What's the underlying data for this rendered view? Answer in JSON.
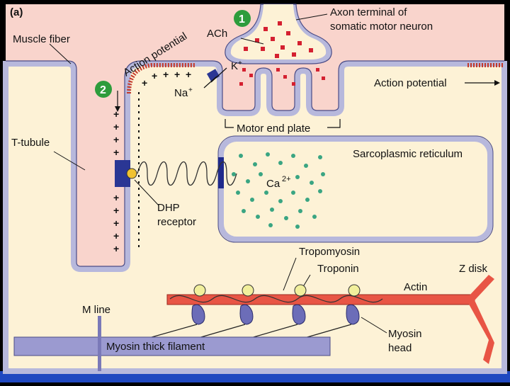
{
  "panel_label": "(a)",
  "steps": {
    "one": "1",
    "two": "2"
  },
  "labels": {
    "muscle_fiber": "Muscle fiber",
    "ach": "ACh",
    "axon_terminal_line1": "Axon terminal of",
    "axon_terminal_line2": "somatic motor neuron",
    "action_potential_left": "Action potential",
    "action_potential_right": "Action potential",
    "k_ion": "K",
    "na_ion": "Na",
    "ion_charge": "+",
    "motor_end_plate": "Motor end plate",
    "t_tubule": "T-tubule",
    "sarcoplasmic_reticulum": "Sarcoplasmic reticulum",
    "calcium": "Ca",
    "calcium_charge": "2+",
    "dhp_line1": "DHP",
    "dhp_line2": "receptor",
    "tropomyosin": "Tropomyosin",
    "troponin": "Troponin",
    "z_disk": "Z disk",
    "actin": "Actin",
    "m_line": "M line",
    "myosin_thick_filament": "Myosin thick filament",
    "myosin_line1": "Myosin",
    "myosin_line2": "head"
  },
  "colors": {
    "background": "#000000",
    "cytoplasm": "#fdf2d6",
    "extracellular": "#f9d4cc",
    "membrane": "#b7b8dc",
    "membrane_outline": "#4b4c86",
    "actin": "#e85545",
    "myosin": "#9b9ad0",
    "ach_dots": "#d42030",
    "ca_dots": "#3aa582",
    "badge": "#2e9c3c",
    "troponin": "#f1ef9c",
    "bottom_strip": "#2048c0"
  }
}
